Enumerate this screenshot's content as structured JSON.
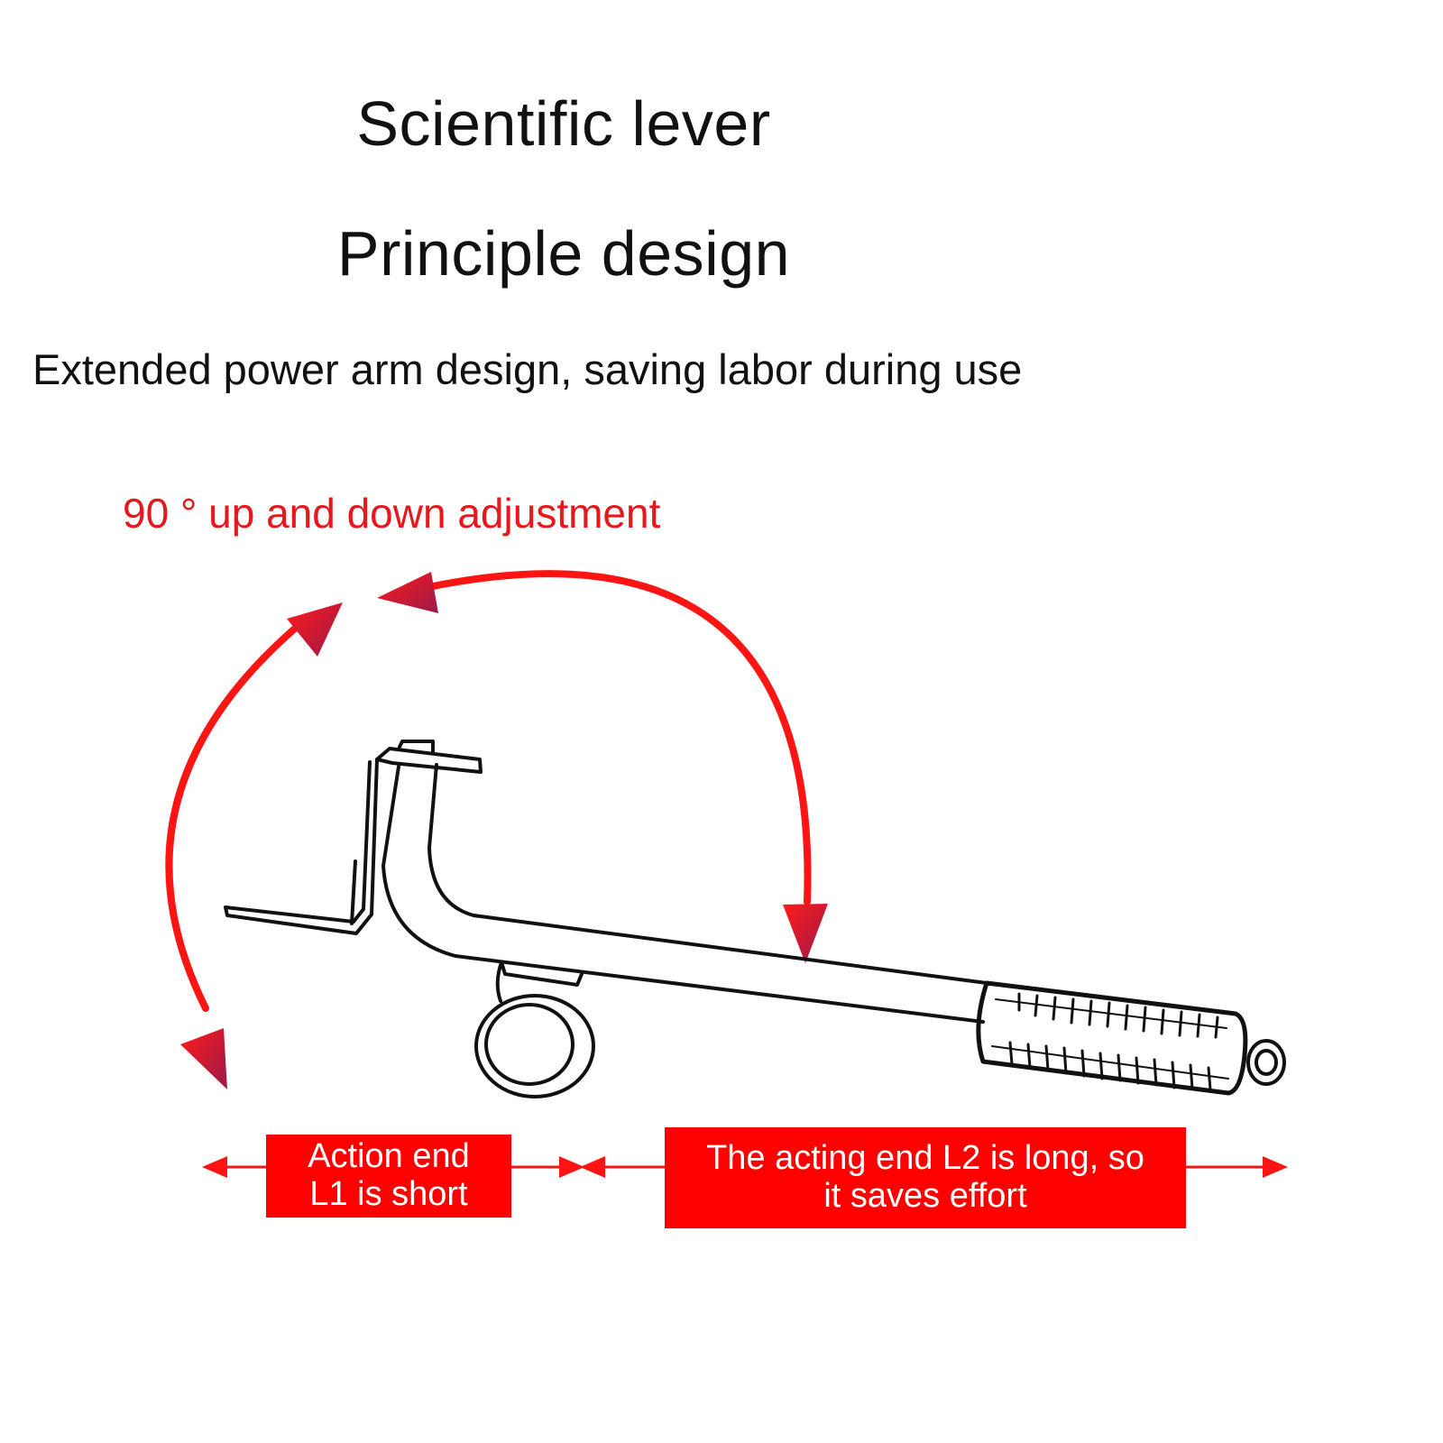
{
  "title": {
    "line1": "Scientific lever",
    "line2": "Principle design"
  },
  "subtitle": "Extended power arm design, saving labor during use",
  "adjustment_caption": "90 ° up and down adjustment",
  "labels": {
    "action_end": {
      "line1": "Action end",
      "line2": "L1 is short"
    },
    "acting_end": {
      "line1": "The acting end L2 is long, so",
      "line2": "it saves effort"
    }
  },
  "colors": {
    "accent_red": "#e8171b",
    "label_fill": "#ff0000",
    "label_text": "#ffffff",
    "line_art": "#111111"
  },
  "icons": {
    "arc_arrow": "double-headed-curved-arrow",
    "dimension_arrow": "double-headed-straight-arrow",
    "tool": "lever-with-wheel-illustration"
  }
}
